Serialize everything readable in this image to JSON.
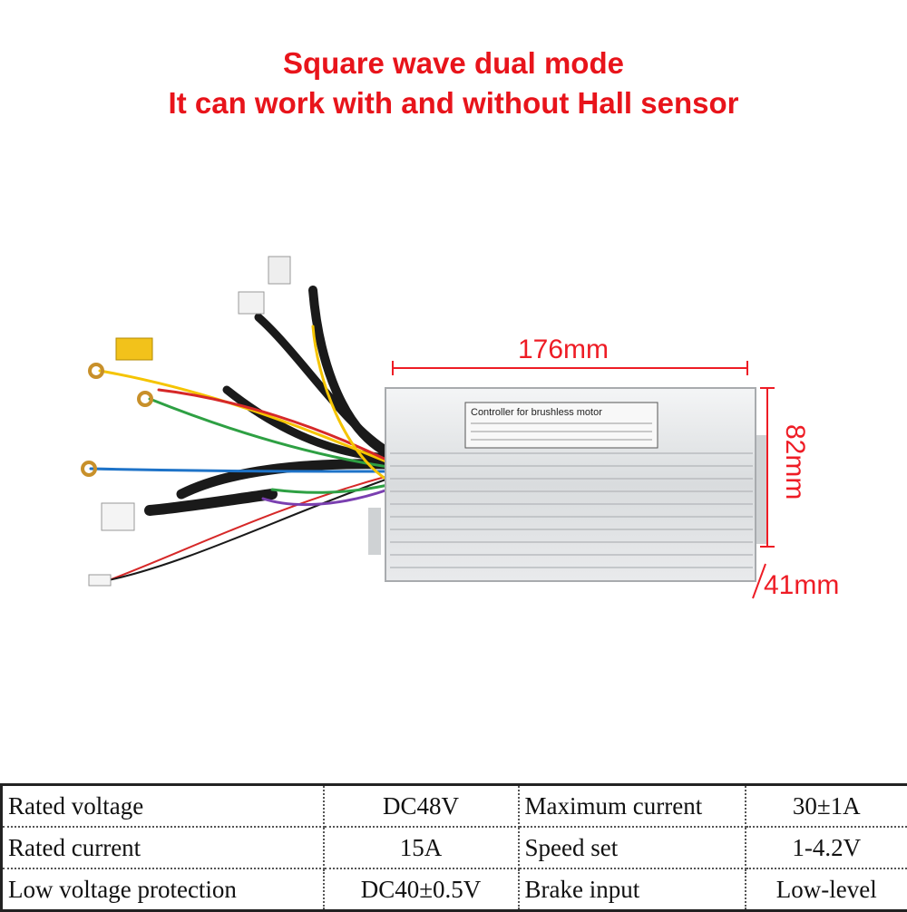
{
  "headline": {
    "line1": "Square wave dual mode",
    "line2": "It can work with and without Hall sensor"
  },
  "photo": {
    "label_title": "Controller for brushless motor"
  },
  "dimensions": {
    "length": "176mm",
    "width": "82mm",
    "height": "41mm"
  },
  "specs": {
    "rows": [
      {
        "label1": "Rated voltage",
        "value1": "DC48V",
        "label2": "Maximum current",
        "value2": "30±1A"
      },
      {
        "label1": "Rated current",
        "value1": "15A",
        "label2": "Speed set",
        "value2": "1-4.2V"
      },
      {
        "label1": "Low voltage protection",
        "value1": "DC40±0.5V",
        "label2": "Brake input",
        "value2": "Low-level"
      }
    ]
  },
  "colors": {
    "headline": "#e8141b",
    "dimension": "#ee1c25"
  }
}
